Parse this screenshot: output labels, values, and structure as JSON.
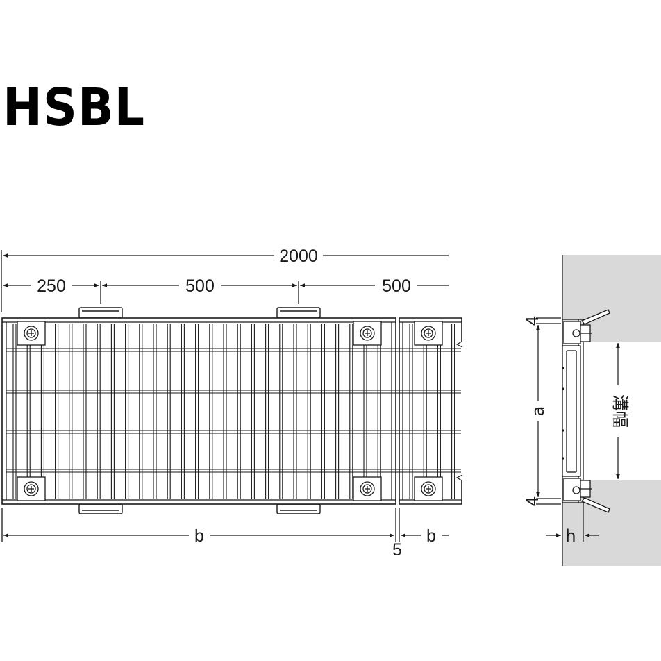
{
  "title": "HSBL",
  "dimensions": {
    "total": "2000",
    "first": "250",
    "second": "500",
    "third": "500",
    "b_main": "b",
    "b_end": "b",
    "gap": "5"
  },
  "side_view": {
    "a": "a",
    "top_thickness": "4",
    "bottom_thickness": "4",
    "groove_width": "溝幅",
    "h": "h"
  },
  "colors": {
    "line": "#1a1a1a",
    "wall": "#d9d9d9",
    "grate": "#ffffff"
  }
}
